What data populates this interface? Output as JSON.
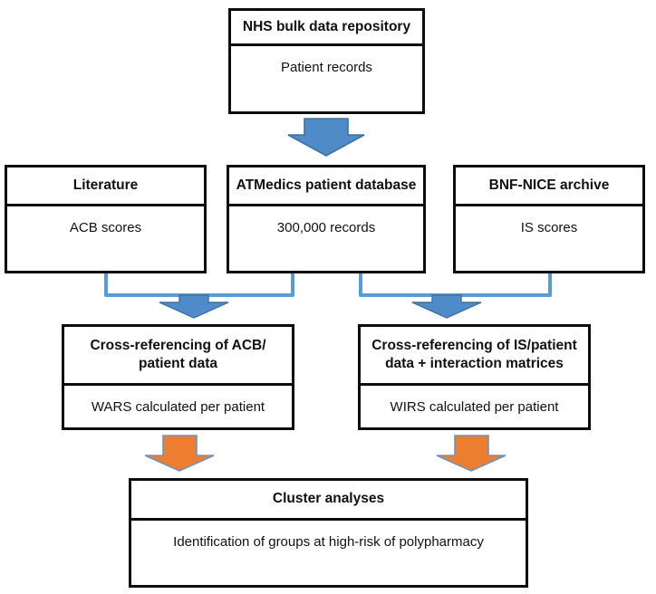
{
  "nodes": {
    "nhs": {
      "title": "NHS bulk data repository",
      "body": "Patient records"
    },
    "literature": {
      "title": "Literature",
      "body": "ACB scores"
    },
    "atmedics": {
      "title": "ATMedics patient database",
      "body": "300,000 records"
    },
    "bnf": {
      "title": "BNF-NICE archive",
      "body": "IS scores"
    },
    "cross_acb": {
      "title": "Cross-referencing of ACB/\npatient data",
      "body": "WARS calculated per patient"
    },
    "cross_is": {
      "title": "Cross-referencing of IS/patient\ndata + interaction matrices",
      "body": "WIRS calculated per patient"
    },
    "cluster": {
      "title": "Cluster analyses",
      "body": "Identification of groups at high-risk of polypharmacy"
    }
  },
  "colors": {
    "box_border": "#0d0d0d",
    "text": "#111111",
    "blue_arrow_fill": "#4f8bc9",
    "blue_arrow_stroke": "#41719c",
    "connector_line": "#5b9bd5",
    "orange_arrow_fill": "#ed7d31",
    "orange_arrow_stroke": "#7191be"
  }
}
